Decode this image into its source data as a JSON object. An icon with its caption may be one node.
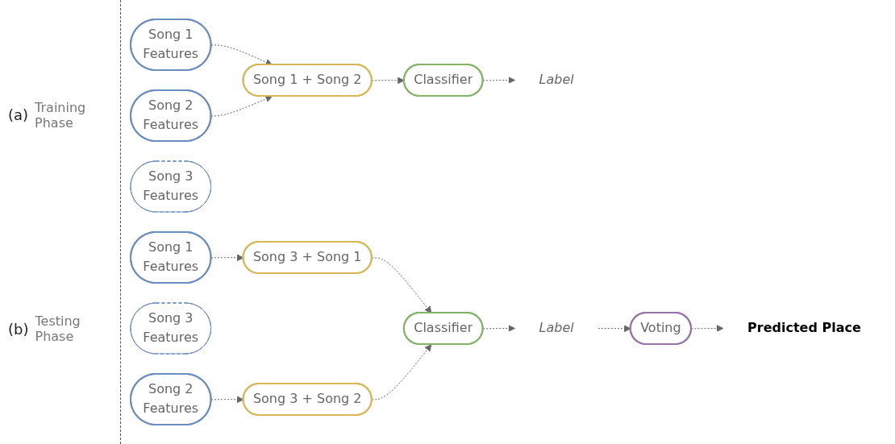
{
  "diagram": {
    "nodes": [
      {
        "text": [
          "Song 1",
          "Features"
        ]
      },
      {
        "text": [
          "Song 2",
          "Features"
        ]
      },
      {
        "text": [
          "Song 1 + Song 2"
        ]
      },
      {
        "text": [
          "Classifier"
        ]
      },
      {
        "text": [
          "Label"
        ]
      },
      {
        "text": [
          "Song 3",
          "Features"
        ]
      },
      {
        "text": [
          "Song 1",
          "Features"
        ]
      },
      {
        "text": [
          "Song 3",
          "Features"
        ]
      },
      {
        "text": [
          "Song 2",
          "Features"
        ]
      },
      {
        "text": [
          "Song 3 + Song 1"
        ]
      },
      {
        "text": [
          "Song 3 + Song 2"
        ]
      },
      {
        "text": [
          "Classifier"
        ]
      },
      {
        "text": [
          "Label"
        ]
      },
      {
        "text": [
          "Voting"
        ]
      },
      {
        "text": [
          "Predicted Place"
        ]
      }
    ],
    "edges": [
      {
        "from": 0,
        "to": 2,
        "arrow": "to",
        "style": "dashed"
      },
      {
        "from": 1,
        "to": 2,
        "arrow": "to",
        "style": "dashed"
      },
      {
        "from": 2,
        "to": 3,
        "arrow": "to",
        "style": "dashed"
      },
      {
        "from": 3,
        "to": 4,
        "arrow": "to",
        "style": "dashed"
      },
      {
        "from": 6,
        "to": 9,
        "arrow": "to",
        "style": "dashed"
      },
      {
        "from": 8,
        "to": 10,
        "arrow": "to",
        "style": "dashed"
      },
      {
        "from": 9,
        "to": 11,
        "arrow": "to",
        "style": "dashed"
      },
      {
        "from": 10,
        "to": 11,
        "arrow": "to",
        "style": "dashed"
      },
      {
        "from": 11,
        "to": 12,
        "arrow": "to",
        "style": "dashed"
      },
      {
        "from": 12,
        "to": 13,
        "arrow": "to",
        "style": "dashed"
      },
      {
        "from": 13,
        "to": 14,
        "arrow": "to",
        "style": "dashed"
      }
    ],
    "labels": [
      "(a)",
      "Training Phase",
      "(b)",
      "Testing Phase"
    ]
  }
}
